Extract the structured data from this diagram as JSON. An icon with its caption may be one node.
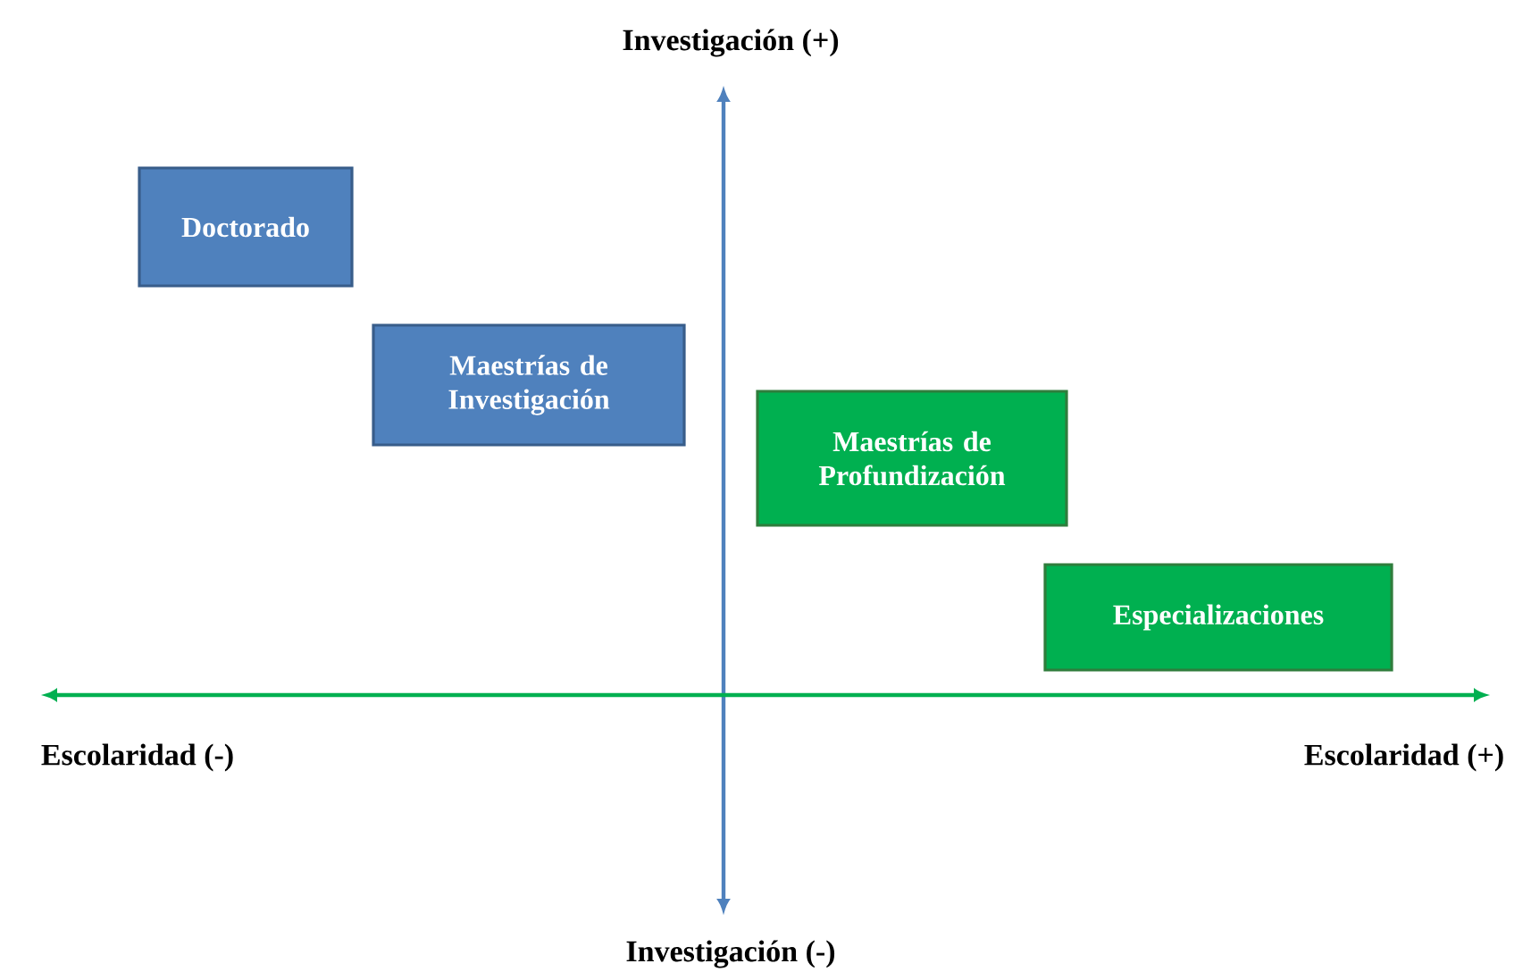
{
  "diagram": {
    "nodes": [
      {
        "text": [
          "Doctorado"
        ]
      },
      {
        "text": [
          "Maestrías de Investigación"
        ]
      },
      {
        "text": [
          "Maestrías de Profundización"
        ]
      },
      {
        "text": [
          "Especializaciones"
        ]
      }
    ],
    "labels": [
      "Investigación (+)",
      "Escolaridad (-)",
      "Escolaridad (+)",
      "Investigación (-)"
    ]
  }
}
